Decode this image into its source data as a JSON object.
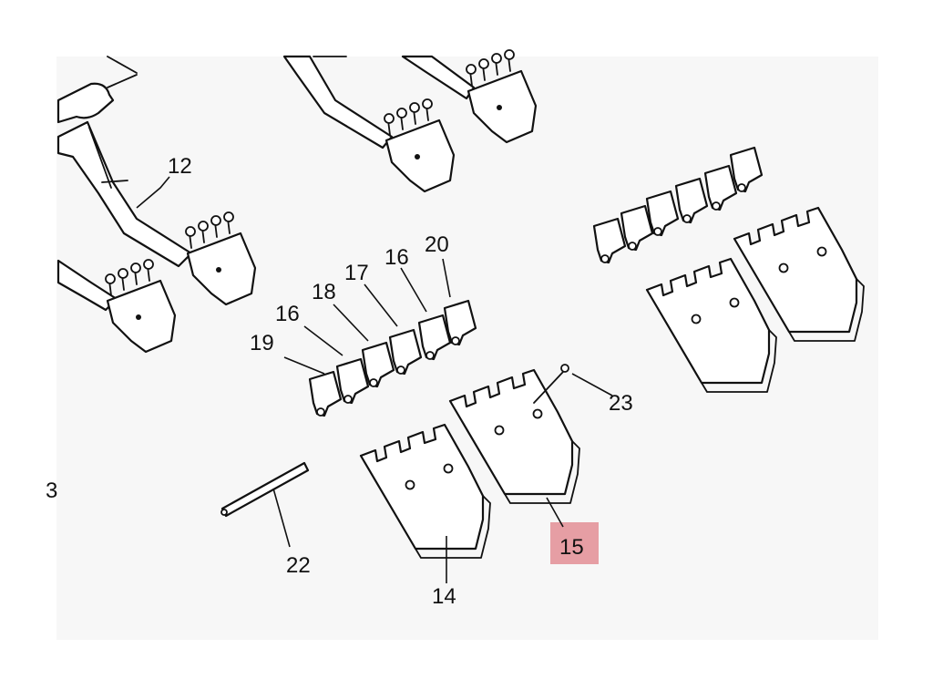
{
  "diagram": {
    "callouts": [
      {
        "id": "12",
        "text": "12"
      },
      {
        "id": "14",
        "text": "14"
      },
      {
        "id": "15",
        "text": "15",
        "highlighted": true
      },
      {
        "id": "16a",
        "text": "16"
      },
      {
        "id": "16b",
        "text": "16"
      },
      {
        "id": "17",
        "text": "17"
      },
      {
        "id": "18",
        "text": "18"
      },
      {
        "id": "19",
        "text": "19"
      },
      {
        "id": "20",
        "text": "20"
      },
      {
        "id": "22",
        "text": "22"
      },
      {
        "id": "23",
        "text": "23"
      }
    ],
    "edge_mark": "3",
    "highlight_color": "#e3939a"
  }
}
